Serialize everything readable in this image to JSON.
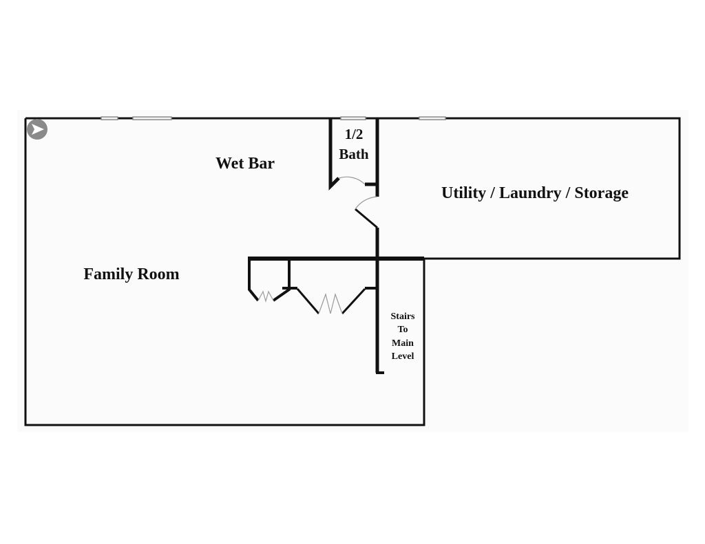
{
  "rooms": {
    "wet_bar": "Wet Bar",
    "half_bath_line1": "1/2",
    "half_bath_line2": "Bath",
    "utility": "Utility / Laundry / Storage",
    "family_room": "Family Room",
    "stairs_line1": "Stairs",
    "stairs_line2": "To",
    "stairs_line3": "Main",
    "stairs_line4": "Level"
  },
  "compass": {
    "icon": "arrow-right-icon",
    "color": "#8a8a8a"
  },
  "colors": {
    "floor": "#fcfbfc",
    "wall": "#111111",
    "fixture": "#9a9a9a"
  }
}
